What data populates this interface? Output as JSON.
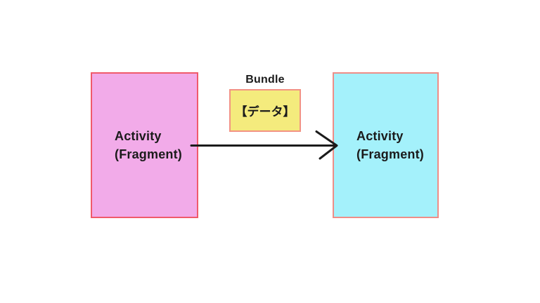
{
  "diagram": {
    "source_box": {
      "line1": "Activity",
      "line2": "(Fragment)"
    },
    "target_box": {
      "line1": "Activity",
      "line2": "(Fragment)"
    },
    "bundle": {
      "label": "Bundle",
      "content": "【データ】"
    }
  },
  "colors": {
    "background": "#ffffff",
    "text": "#1b1b1b",
    "arrow": "#1b1b1b",
    "source_fill": "#f2abe9",
    "source_border": "#f05a6b",
    "target_fill": "#a4f1fb",
    "target_border": "#ee8e88",
    "bundle_fill": "#f4eb7d",
    "bundle_border": "#f29384"
  }
}
